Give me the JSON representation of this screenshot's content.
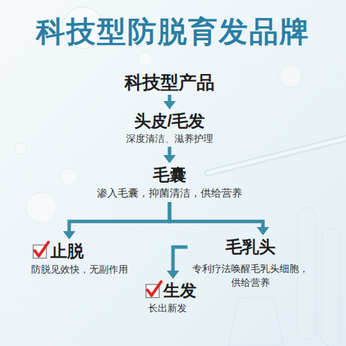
{
  "diagram": {
    "title": "科技型防脱育发品牌",
    "nodes": [
      {
        "text": [
          "科技型产品"
        ]
      },
      {
        "text": [
          "头皮/毛发",
          "深度清洁、滋养护理"
        ]
      },
      {
        "text": [
          "毛囊",
          "渗入毛囊，抑菌清洁，供给营养"
        ]
      },
      {
        "text": [
          "止脱",
          "防脱见效快，无副作用"
        ]
      },
      {
        "text": [
          "毛乳头",
          "专利疗法唤醒毛乳头细胞， 供给营养"
        ]
      },
      {
        "text": [
          "生发",
          "长出新发"
        ]
      }
    ],
    "edges": [
      {
        "from": 0,
        "to": 1,
        "arrow": "to"
      },
      {
        "from": 1,
        "to": 2,
        "arrow": "to"
      },
      {
        "from": 2,
        "to": 3,
        "arrow": "to"
      },
      {
        "from": 2,
        "to": 4,
        "arrow": "to"
      },
      {
        "from": 4,
        "to": 5,
        "arrow": "to"
      }
    ]
  }
}
